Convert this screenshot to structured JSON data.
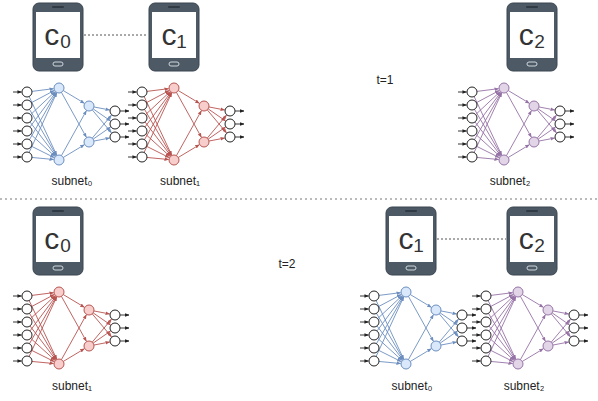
{
  "diagram": {
    "nodes": [
      {
        "text": [
          "c₀"
        ]
      },
      {
        "text": [
          "c₁"
        ]
      },
      {
        "text": [
          "c₂"
        ]
      },
      {
        "text": [
          "c₀"
        ]
      },
      {
        "text": [
          "c₁"
        ]
      },
      {
        "text": [
          "c₂"
        ]
      }
    ],
    "edges": [
      {
        "from": 0,
        "to": 1,
        "arrow": "none"
      },
      {
        "from": 4,
        "to": 5,
        "arrow": "none"
      }
    ],
    "labels": [
      "t=1",
      "subnet₀",
      "subnet₁",
      "subnet₂",
      "t=2",
      "subnet₁",
      "subnet₀",
      "subnet₂"
    ]
  }
}
